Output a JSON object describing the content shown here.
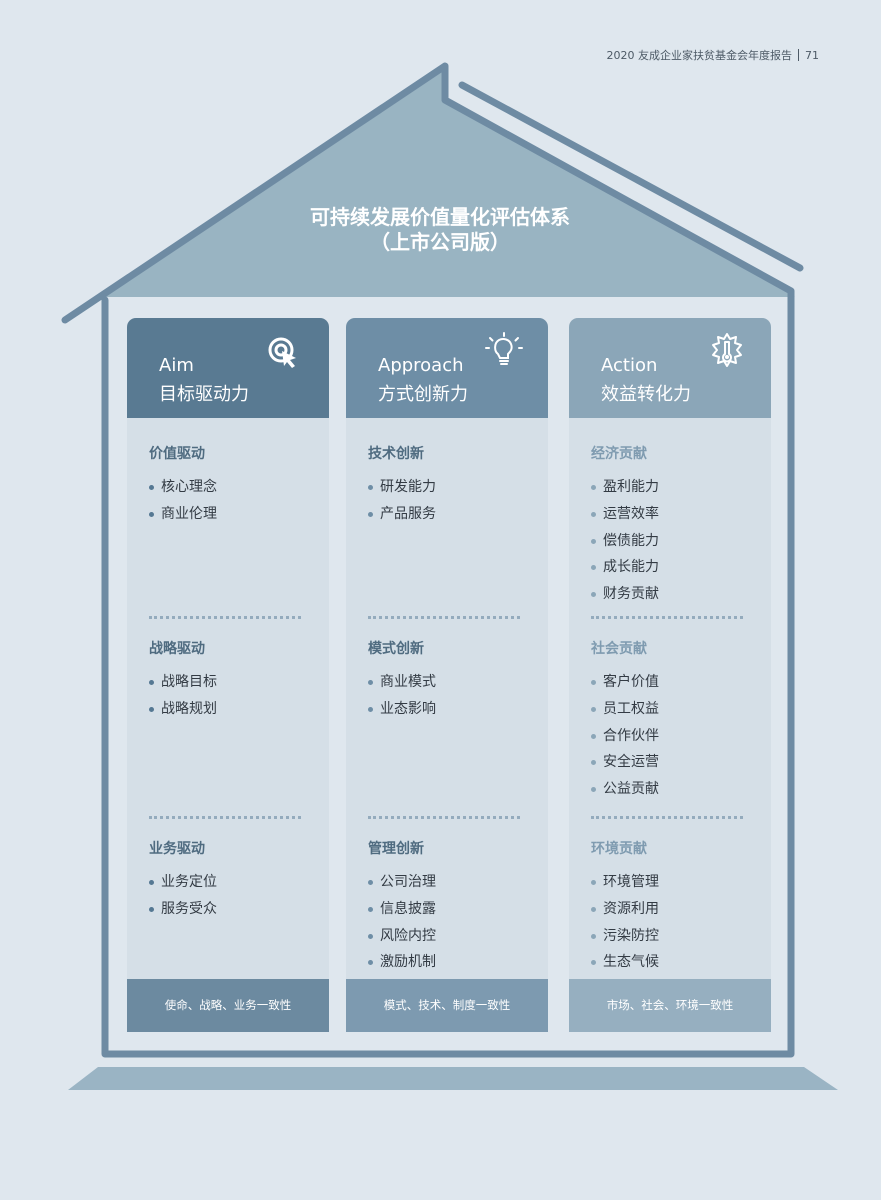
{
  "header": {
    "report": "2020 友成企业家扶贫基金会年度报告",
    "page": "71"
  },
  "diagram": {
    "title_line1": "可持续发展价值量化评估体系",
    "title_line2": "（上市公司版）"
  },
  "colors": {
    "dark": "#597a92",
    "mid": "#6e8ea6",
    "light": "#8ba6b8",
    "outline": "#6e8ba3"
  },
  "columns": [
    {
      "en": "Aim",
      "cn": "目标驱动力",
      "icon": "target-cursor-icon",
      "sections": [
        {
          "title": "价值驱动",
          "items": [
            "核心理念",
            "商业伦理"
          ]
        },
        {
          "title": "战略驱动",
          "items": [
            "战略目标",
            "战略规划"
          ]
        },
        {
          "title": "业务驱动",
          "items": [
            "业务定位",
            "服务受众"
          ]
        }
      ],
      "footer": "使命、战略、业务一致性"
    },
    {
      "en": "Approach",
      "cn": "方式创新力",
      "icon": "lightbulb-icon",
      "sections": [
        {
          "title": "技术创新",
          "items": [
            "研发能力",
            "产品服务"
          ]
        },
        {
          "title": "模式创新",
          "items": [
            "商业模式",
            "业态影响"
          ]
        },
        {
          "title": "管理创新",
          "items": [
            "公司治理",
            "信息披露",
            "风险内控",
            "激励机制"
          ]
        }
      ],
      "footer": "模式、技术、制度一致性"
    },
    {
      "en": "Action",
      "cn": "效益转化力",
      "icon": "thermometer-icon",
      "sections": [
        {
          "title": "经济贡献",
          "items": [
            "盈利能力",
            "运营效率",
            "偿债能力",
            "成长能力",
            "财务贡献"
          ]
        },
        {
          "title": "社会贡献",
          "items": [
            "客户价值",
            "员工权益",
            "合作伙伴",
            "安全运营",
            "公益贡献"
          ]
        },
        {
          "title": "环境贡献",
          "items": [
            "环境管理",
            "资源利用",
            "污染防控",
            "生态气候"
          ]
        }
      ],
      "footer": "市场、社会、环境一致性"
    }
  ]
}
